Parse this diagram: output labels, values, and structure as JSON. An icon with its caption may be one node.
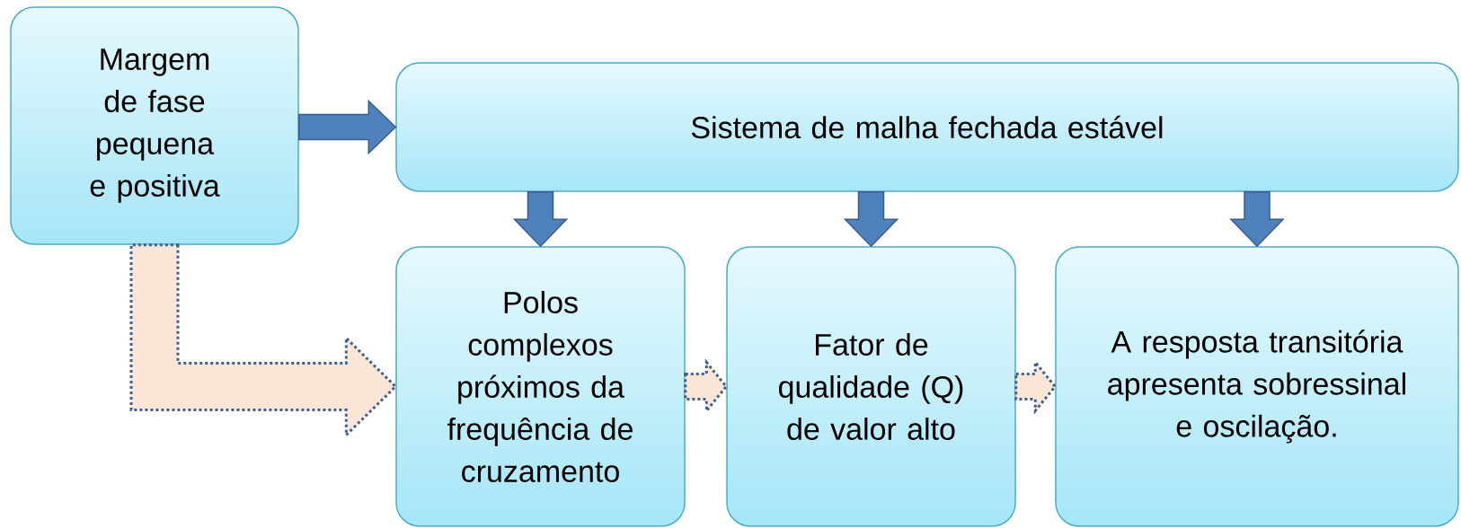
{
  "diagram": {
    "nodes": [
      {
        "text": [
          "Margem de fase pequena e positiva"
        ]
      },
      {
        "text": [
          "Sistema de malha fechada estável"
        ]
      },
      {
        "text": [
          "Polos complexos próximos da frequência de cruzamento"
        ]
      },
      {
        "text": [
          "Fator de qualidade (Q) de valor alto"
        ]
      },
      {
        "text": [
          "A resposta transitória apresenta sobressinal e oscilação."
        ]
      }
    ],
    "edges": [
      {
        "from": 0,
        "to": 1,
        "arrow": "to"
      },
      {
        "from": 1,
        "to": 2,
        "arrow": "to"
      },
      {
        "from": 1,
        "to": 3,
        "arrow": "to"
      },
      {
        "from": 1,
        "to": 4,
        "arrow": "to"
      },
      {
        "from": 0,
        "to": 2,
        "arrow": "to",
        "style": "dashed",
        "color": "#fbe5d6"
      },
      {
        "from": 2,
        "to": 3,
        "arrow": "to",
        "style": "dashed",
        "color": "#fbe5d6"
      },
      {
        "from": 3,
        "to": 4,
        "arrow": "to",
        "style": "dashed",
        "color": "#fbe5d6"
      }
    ]
  }
}
